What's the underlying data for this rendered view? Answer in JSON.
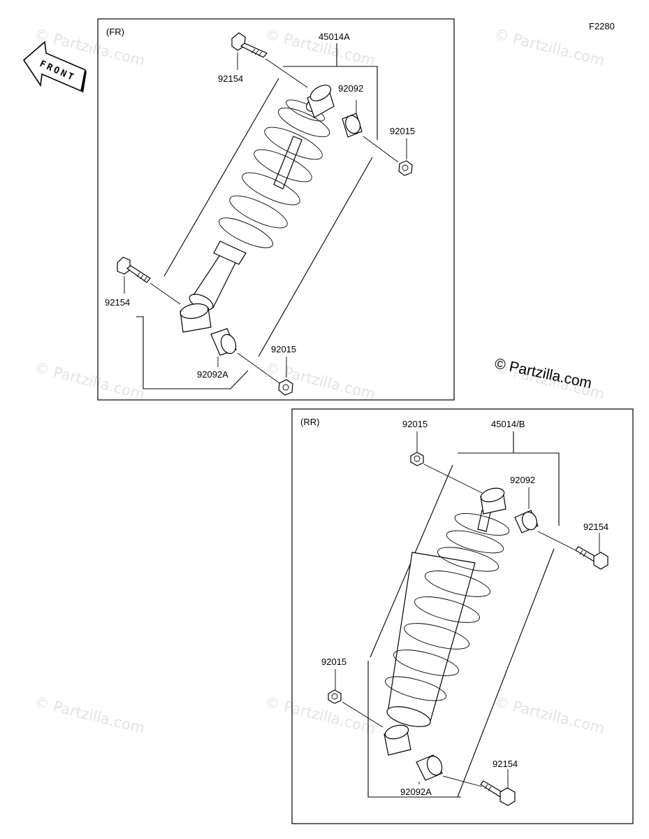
{
  "figure_code": "F2280",
  "copyright": "© Partzilla.com",
  "watermarks": [
    "© Partzilla.com",
    "© Partzilla.com",
    "© Partzilla.com",
    "© Partzilla.com",
    "© Partzilla.com",
    "© Partzilla.com",
    "© Partzilla.com",
    "© Partzilla.com",
    "© Partzilla.com"
  ],
  "front_arrow_text": "FRONT",
  "front_panel": {
    "section_label": "(FR)",
    "callouts": {
      "assembly": "45014A",
      "bolt_top": "92154",
      "bushing_top": "92092",
      "nut_top": "92015",
      "bolt_bottom": "92154",
      "bushing_bottom": "92092A",
      "nut_bottom": "92015"
    }
  },
  "rear_panel": {
    "section_label": "(RR)",
    "callouts": {
      "assembly": "45014/B",
      "nut_top": "92015",
      "bushing_top": "92092",
      "bolt_top": "92154",
      "nut_bottom": "92015",
      "bolt_bottom": "92154",
      "bushing_bottom": "92092A"
    }
  }
}
